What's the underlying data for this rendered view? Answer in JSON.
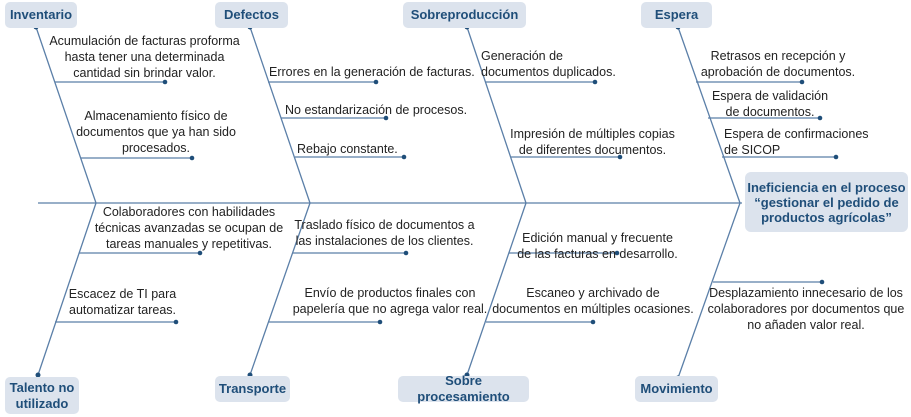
{
  "effect": "Ineficiencia en el proceso\n“gestionar el pedido de\nproductos agrícolas”",
  "categories": {
    "inventario": {
      "label": "Inventario",
      "causes": [
        "Acumulación de facturas proforma\nhasta tener una determinada\ncantidad sin brindar valor.",
        "Almacenamiento físico de\ndocumentos que ya han sido\nprocesados."
      ]
    },
    "defectos": {
      "label": "Defectos",
      "causes": [
        "Errores en la generación de facturas.",
        "No estandarización de procesos.",
        "Rebajo constante."
      ]
    },
    "sobreproduccion": {
      "label": "Sobreproducción",
      "causes": [
        "Generación de\ndocumentos duplicados.",
        "Impresión de múltiples copias\nde diferentes documentos."
      ]
    },
    "espera": {
      "label": "Espera",
      "causes": [
        "Retrasos en recepción y\naprobación de documentos.",
        "Espera de validación\nde documentos.",
        "Espera de confirmaciones\nde SICOP"
      ]
    },
    "talento": {
      "label": "Talento no utilizado",
      "causes": [
        "Colaboradores con habilidades\ntécnicas avanzadas se ocupan de\ntareas manuales y repetitivas.",
        "Escacez de TI para\nautomatizar tareas."
      ]
    },
    "transporte": {
      "label": "Transporte",
      "causes": [
        "Traslado físico de documentos a\nlas instalaciones de los clientes.",
        "Envío de productos finales con\npapelería que no agrega valor real."
      ]
    },
    "sobreprocesamiento": {
      "label": "Sobre procesamiento",
      "causes": [
        "Edición manual y frecuente\nde las facturas en desarrollo.",
        "Escaneo y archivado de\ndocumentos en múltiples ocasiones."
      ]
    },
    "movimiento": {
      "label": "Movimiento",
      "causes": [
        "Desplazamiento innecesario de los\ncolaboradores por documentos que\nno añaden valor real."
      ]
    }
  },
  "colors": {
    "line": "#5b7fa8",
    "box": "#dce3ed",
    "label": "#1f4e79"
  }
}
